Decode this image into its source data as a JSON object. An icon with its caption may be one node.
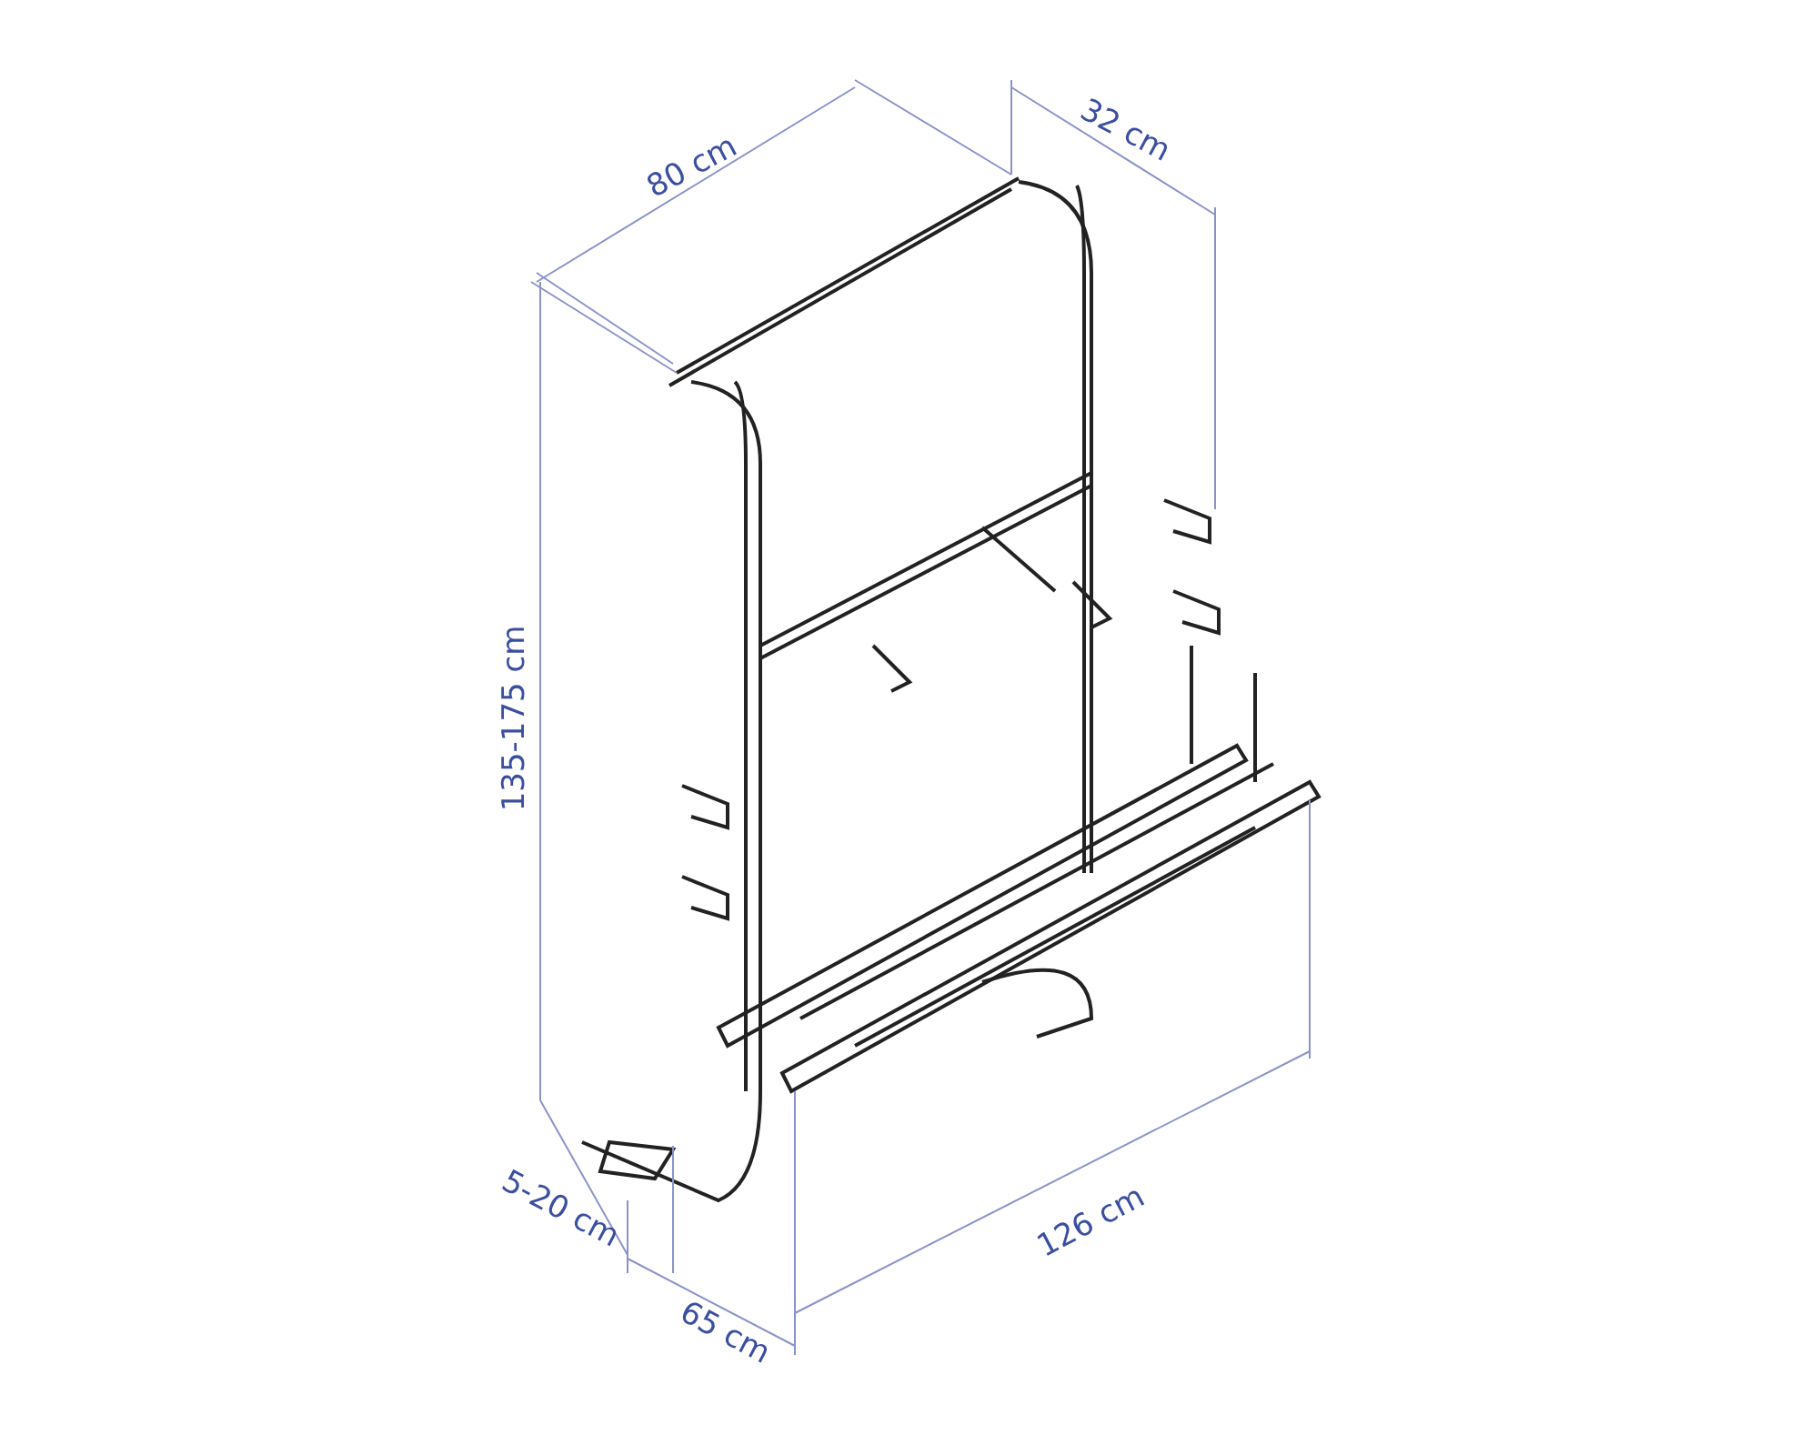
{
  "diagram": {
    "labels": [
      "80 cm",
      "32 cm",
      "135-175 cm",
      "5-20 cm",
      "65 cm",
      "126 cm"
    ]
  }
}
